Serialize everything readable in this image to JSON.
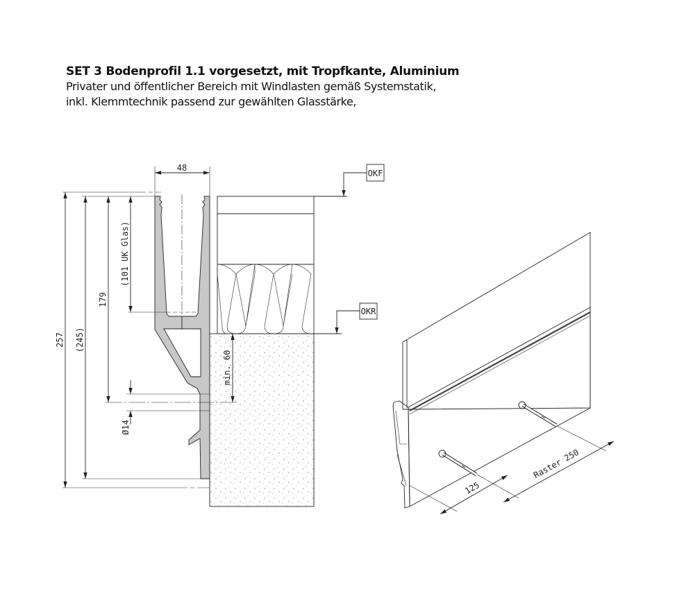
{
  "header": {
    "title": "SET 3 Bodenprofil 1.1 vorgesetzt, mit Tropfkante, Aluminium",
    "line1": "Privater und öffentlicher Bereich mit Windlasten gemäß Systemstatik,",
    "line2": "inkl. Klemmtechnik passend zur gewählten Glasstärke,"
  },
  "section": {
    "dim_width": "48",
    "dim_total": "257",
    "dim_245": "(245)",
    "dim_179": "179",
    "dim_glass": "(101 UK Glas)",
    "dim_min60": "min. 60",
    "dim_hole": "Ø14",
    "label_okf": "OKF",
    "label_okr": "OKR"
  },
  "iso": {
    "dim_125": "125",
    "dim_raster": "Raster 250"
  },
  "colors": {
    "profile": "#c8c8c8",
    "line": "#222222"
  }
}
